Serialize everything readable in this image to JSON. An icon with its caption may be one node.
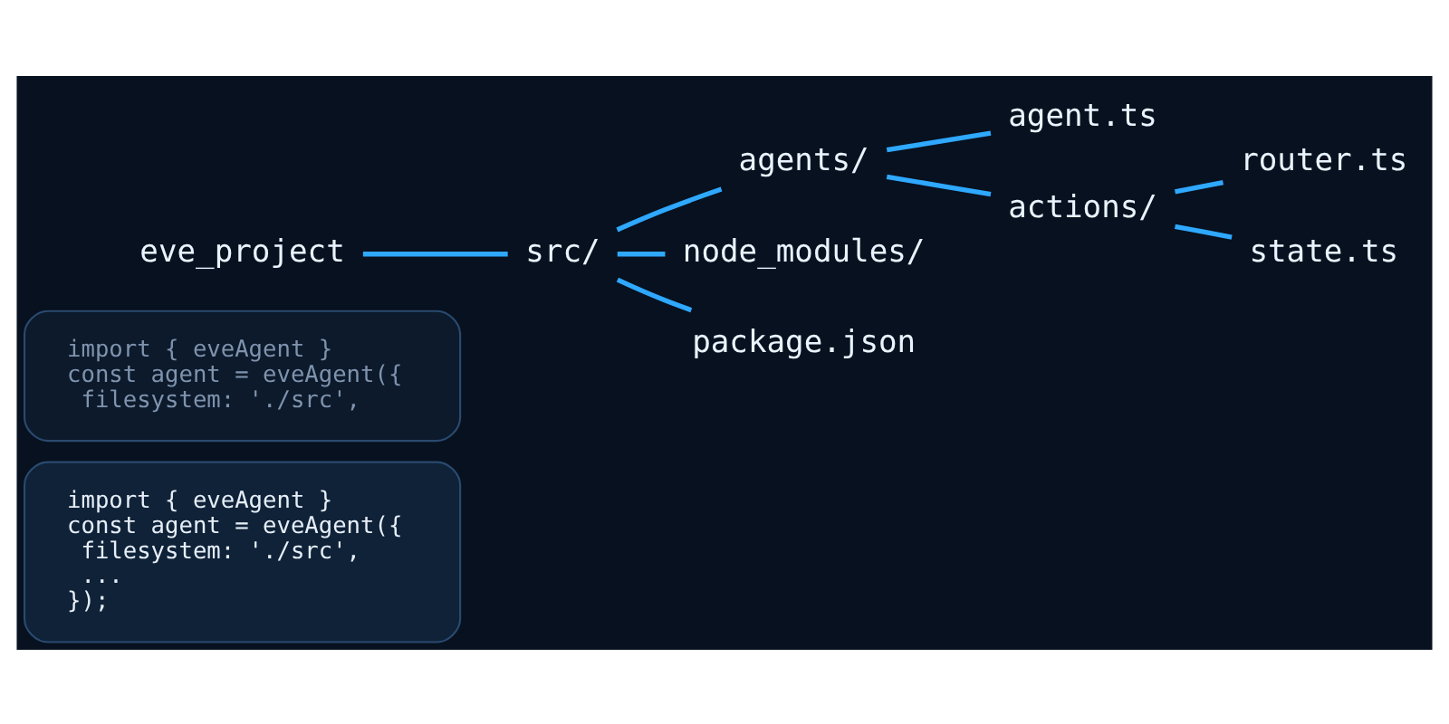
{
  "diagram": {
    "nodes": [
      {
        "text": [
          "import { eveAgent }",
          "const agent = eveAgent({",
          "  filesystem: './src',",
          "  ...",
          "});"
        ]
      },
      {
        "text": [
          "import { eveAgent }",
          "const agent = eveAgent({",
          "  filesystem: './src',"
        ]
      },
      {
        "text": [
          "eve_project"
        ]
      },
      {
        "text": [
          "src/"
        ]
      },
      {
        "text": [
          "agents/"
        ]
      },
      {
        "text": [
          "agent.ts"
        ]
      },
      {
        "text": [
          "actions/"
        ]
      },
      {
        "text": [
          "router.ts"
        ]
      },
      {
        "text": [
          "state.ts"
        ]
      },
      {
        "text": [
          "node_modules/"
        ]
      },
      {
        "text": [
          "package.json"
        ]
      }
    ],
    "edges": [
      {
        "from": 2,
        "to": 3,
        "arrow": "none"
      },
      {
        "from": 3,
        "to": 4,
        "arrow": "none"
      },
      {
        "from": 4,
        "to": 5,
        "arrow": "none"
      },
      {
        "from": 4,
        "to": 6,
        "arrow": "none"
      },
      {
        "from": 6,
        "to": 7,
        "arrow": "none"
      },
      {
        "from": 6,
        "to": 8,
        "arrow": "none"
      },
      {
        "from": 3,
        "to": 9,
        "arrow": "none"
      },
      {
        "from": 3,
        "to": 10,
        "arrow": "none"
      }
    ]
  }
}
